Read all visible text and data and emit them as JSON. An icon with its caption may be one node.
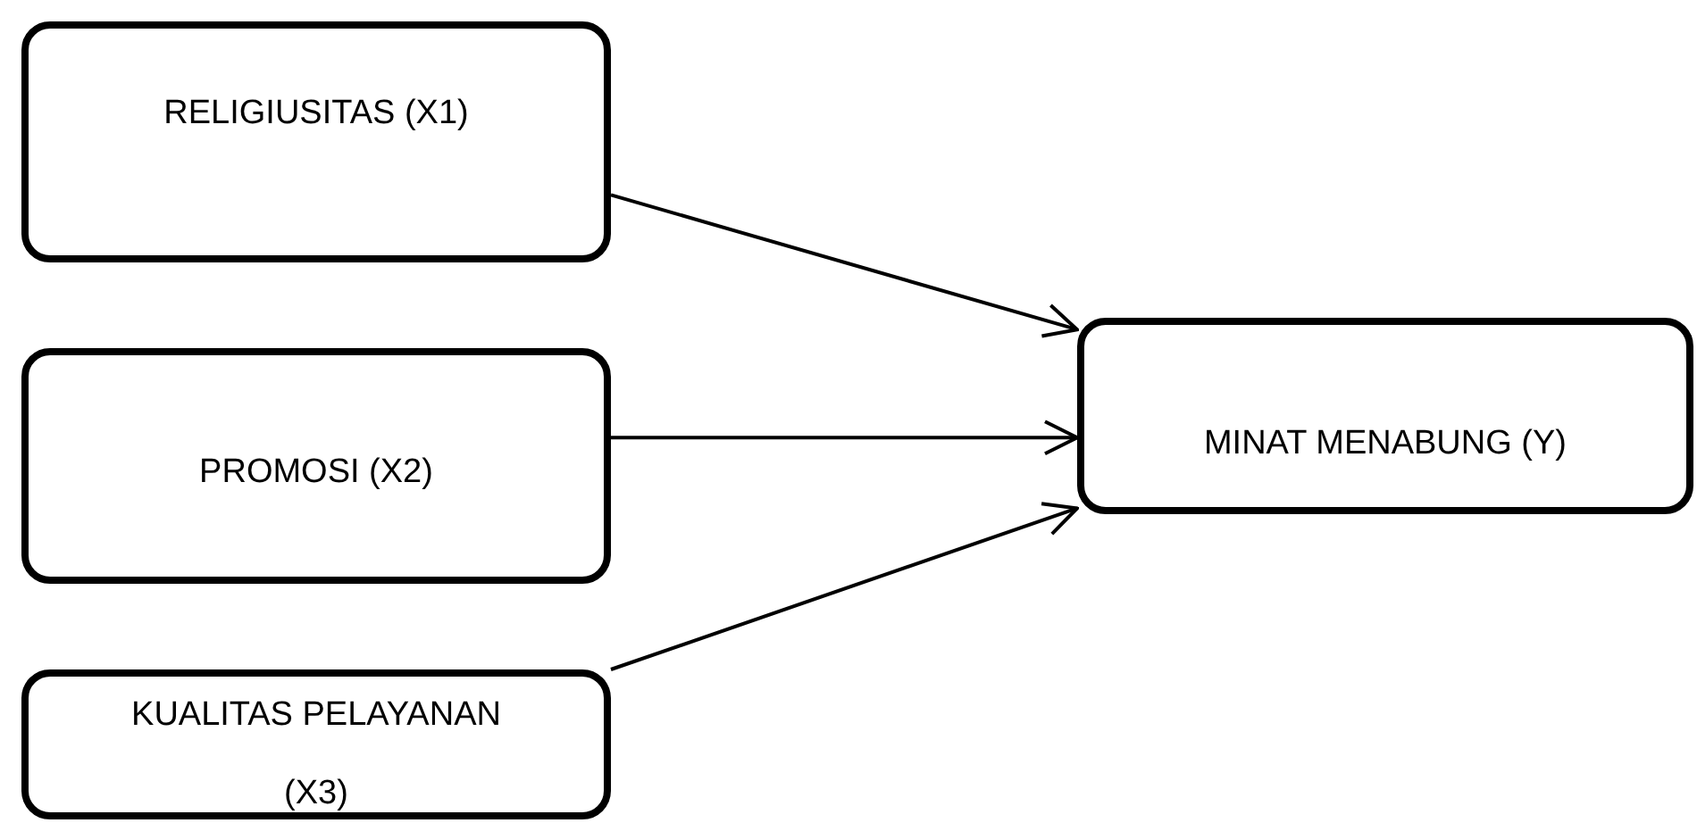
{
  "diagram": {
    "nodes": [
      {
        "text": [
          "RELIGIUSITAS (X1)"
        ]
      },
      {
        "text": [
          "PROMOSI (X2)"
        ]
      },
      {
        "text": [
          "KUALITAS PELAYANAN (X3)"
        ]
      },
      {
        "text": [
          "MINAT MENABUNG (Y)"
        ]
      }
    ],
    "edges": [
      {
        "from": 0,
        "to": 3,
        "arrow": "to"
      },
      {
        "from": 1,
        "to": 3,
        "arrow": "to"
      },
      {
        "from": 2,
        "to": 3,
        "arrow": "to"
      }
    ]
  }
}
